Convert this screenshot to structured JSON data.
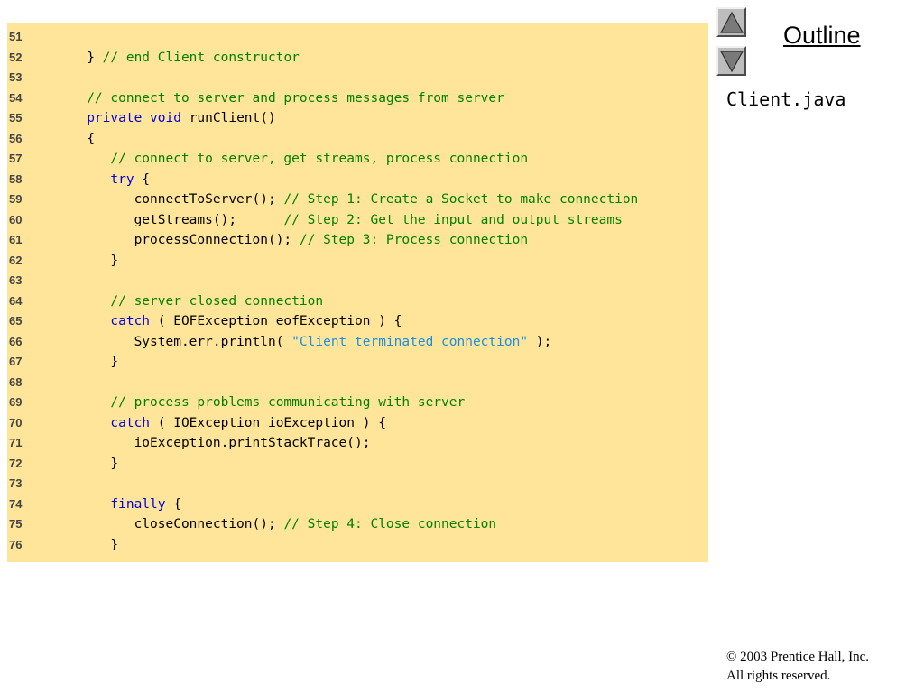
{
  "outline_label": "Outline",
  "file_name": "Client.java",
  "copyright": {
    "line1": "© 2003 Prentice Hall, Inc.",
    "line2": "All rights reserved."
  },
  "nav": {
    "up_icon": "triangle-up-icon",
    "down_icon": "triangle-down-icon"
  },
  "colors": {
    "panel_bg": "#ffe599",
    "keyword": "#0000dd",
    "comment": "#008000",
    "string": "#1a8fe0",
    "plain": "#000000"
  },
  "code_lines": [
    {
      "no": "51",
      "tokens": []
    },
    {
      "no": "52",
      "tokens": [
        {
          "t": "plain",
          "v": "   } "
        },
        {
          "t": "comment",
          "v": "// end Client constructor"
        }
      ]
    },
    {
      "no": "53",
      "tokens": []
    },
    {
      "no": "54",
      "tokens": [
        {
          "t": "comment",
          "v": "   // connect to server and process messages from server"
        }
      ]
    },
    {
      "no": "55",
      "tokens": [
        {
          "t": "keyword",
          "v": "   private"
        },
        {
          "t": "plain",
          "v": " "
        },
        {
          "t": "keyword",
          "v": "void"
        },
        {
          "t": "plain",
          "v": " runClient()"
        }
      ]
    },
    {
      "no": "56",
      "tokens": [
        {
          "t": "plain",
          "v": "   {"
        }
      ]
    },
    {
      "no": "57",
      "tokens": [
        {
          "t": "comment",
          "v": "      // connect to server, get streams, process connection"
        }
      ]
    },
    {
      "no": "58",
      "tokens": [
        {
          "t": "keyword",
          "v": "      try"
        },
        {
          "t": "plain",
          "v": " {"
        }
      ]
    },
    {
      "no": "59",
      "tokens": [
        {
          "t": "plain",
          "v": "         connectToServer(); "
        },
        {
          "t": "comment",
          "v": "// Step 1: Create a Socket to make connection"
        }
      ]
    },
    {
      "no": "60",
      "tokens": [
        {
          "t": "plain",
          "v": "         getStreams();      "
        },
        {
          "t": "comment",
          "v": "// Step 2: Get the input and output streams"
        }
      ]
    },
    {
      "no": "61",
      "tokens": [
        {
          "t": "plain",
          "v": "         processConnection(); "
        },
        {
          "t": "comment",
          "v": "// Step 3: Process connection"
        }
      ]
    },
    {
      "no": "62",
      "tokens": [
        {
          "t": "plain",
          "v": "      }"
        }
      ]
    },
    {
      "no": "63",
      "tokens": []
    },
    {
      "no": "64",
      "tokens": [
        {
          "t": "comment",
          "v": "      // server closed connection"
        }
      ]
    },
    {
      "no": "65",
      "tokens": [
        {
          "t": "keyword",
          "v": "      catch"
        },
        {
          "t": "plain",
          "v": " ( EOFException eofException ) {"
        }
      ]
    },
    {
      "no": "66",
      "tokens": [
        {
          "t": "plain",
          "v": "         System.err.println( "
        },
        {
          "t": "string",
          "v": "\"Client terminated connection\""
        },
        {
          "t": "plain",
          "v": " );"
        }
      ]
    },
    {
      "no": "67",
      "tokens": [
        {
          "t": "plain",
          "v": "      }"
        }
      ]
    },
    {
      "no": "68",
      "tokens": []
    },
    {
      "no": "69",
      "tokens": [
        {
          "t": "comment",
          "v": "      // process problems communicating with server"
        }
      ]
    },
    {
      "no": "70",
      "tokens": [
        {
          "t": "keyword",
          "v": "      catch"
        },
        {
          "t": "plain",
          "v": " ( IOException ioException ) {"
        }
      ]
    },
    {
      "no": "71",
      "tokens": [
        {
          "t": "plain",
          "v": "         ioException.printStackTrace();"
        }
      ]
    },
    {
      "no": "72",
      "tokens": [
        {
          "t": "plain",
          "v": "      }"
        }
      ]
    },
    {
      "no": "73",
      "tokens": []
    },
    {
      "no": "74",
      "tokens": [
        {
          "t": "keyword",
          "v": "      finally"
        },
        {
          "t": "plain",
          "v": " {"
        }
      ]
    },
    {
      "no": "75",
      "tokens": [
        {
          "t": "plain",
          "v": "         closeConnection(); "
        },
        {
          "t": "comment",
          "v": "// Step 4: Close connection"
        }
      ]
    },
    {
      "no": "76",
      "tokens": [
        {
          "t": "plain",
          "v": "      }"
        }
      ]
    }
  ]
}
